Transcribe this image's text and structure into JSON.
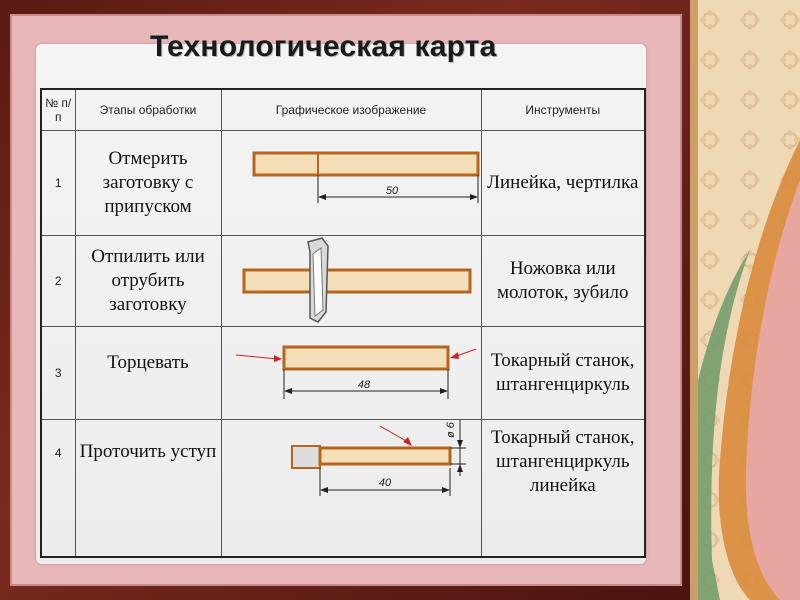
{
  "title": "Технологическая карта",
  "headers": {
    "num": "№ п/п",
    "stages": "Этапы обработки",
    "graphic": "Графическое изображение",
    "tools": "Инструменты"
  },
  "rows": [
    {
      "num": "1",
      "stage": "Отмерить заготовку с припуском",
      "dimension": "50",
      "tools": "Линейка, чертилка"
    },
    {
      "num": "2",
      "stage": "Отпилить или отрубить заготовку",
      "tools": "Ножовка или молоток, зубило"
    },
    {
      "num": "3",
      "stage": "Торцевать",
      "dimension": "48",
      "tools": "Токарный станок, штангенциркуль"
    },
    {
      "num": "4",
      "stage": "Проточить уступ",
      "dimension": "40",
      "diameter": "ø 6",
      "tools": "Токарный станок, штангенциркуль линейка"
    }
  ],
  "colors": {
    "rod_fill": "#f4dfb8",
    "rod_stroke": "#b5651d",
    "arrow": "#cc2222",
    "frame": "#6b2016",
    "inner": "#e8b7b9"
  }
}
